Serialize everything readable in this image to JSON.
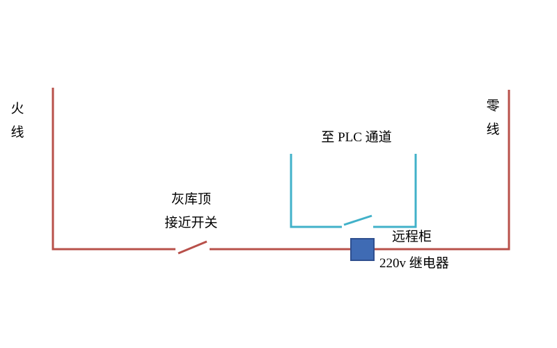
{
  "diagram": {
    "labels": {
      "live_wire": "火线",
      "neutral_wire": "零线",
      "plc_channel": "至 PLC 通道",
      "proximity_switch_line1": "灰库顶",
      "proximity_switch_line2": "接近开关",
      "remote_cabinet": "远程柜",
      "relay": "220v 继电器"
    },
    "colors": {
      "power_line": "#b8504a",
      "plc_line": "#41b1c9",
      "relay_fill": "#3f6bb4",
      "relay_border": "#2f4f8f"
    }
  }
}
